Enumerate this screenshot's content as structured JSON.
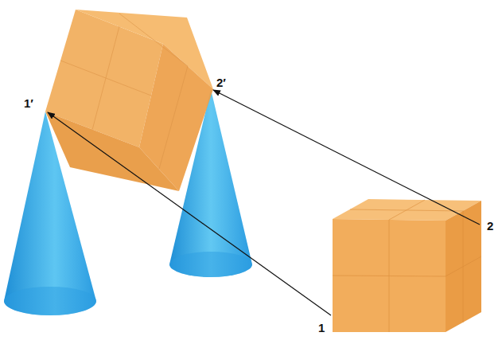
{
  "diagram": {
    "labels": [
      "1′",
      "2′",
      "1",
      "2"
    ]
  }
}
